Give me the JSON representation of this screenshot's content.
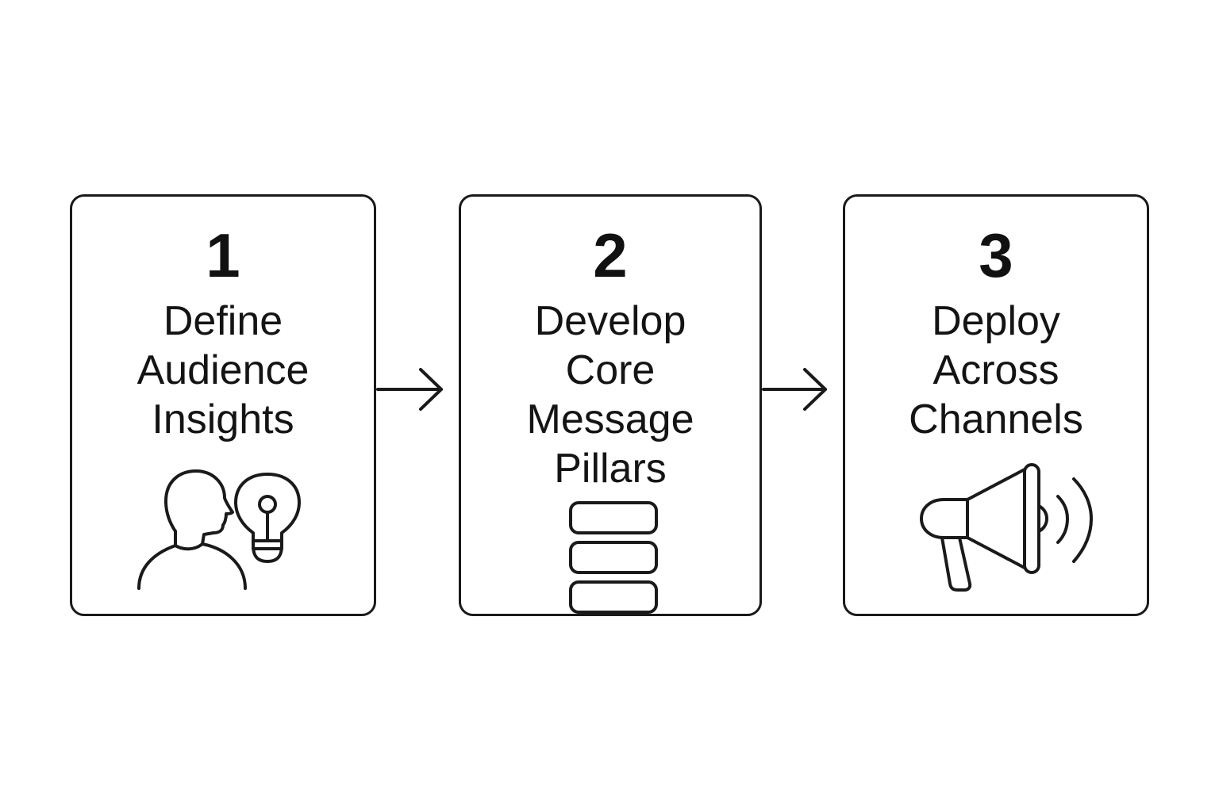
{
  "steps": [
    {
      "number": "1",
      "title_lines": [
        "Define",
        "Audience",
        "Insights"
      ],
      "icon": "person-with-lightbulb-icon"
    },
    {
      "number": "2",
      "title_lines": [
        "Develop",
        "Core",
        "Message",
        "Pillars"
      ],
      "icon": "stacked-pillars-icon"
    },
    {
      "number": "3",
      "title_lines": [
        "Deploy",
        "Across",
        "Channels"
      ],
      "icon": "megaphone-icon"
    }
  ],
  "connectors": [
    "arrow-right-icon",
    "arrow-right-icon"
  ],
  "colors": {
    "stroke": "#1a1a1a",
    "background": "#ffffff"
  }
}
